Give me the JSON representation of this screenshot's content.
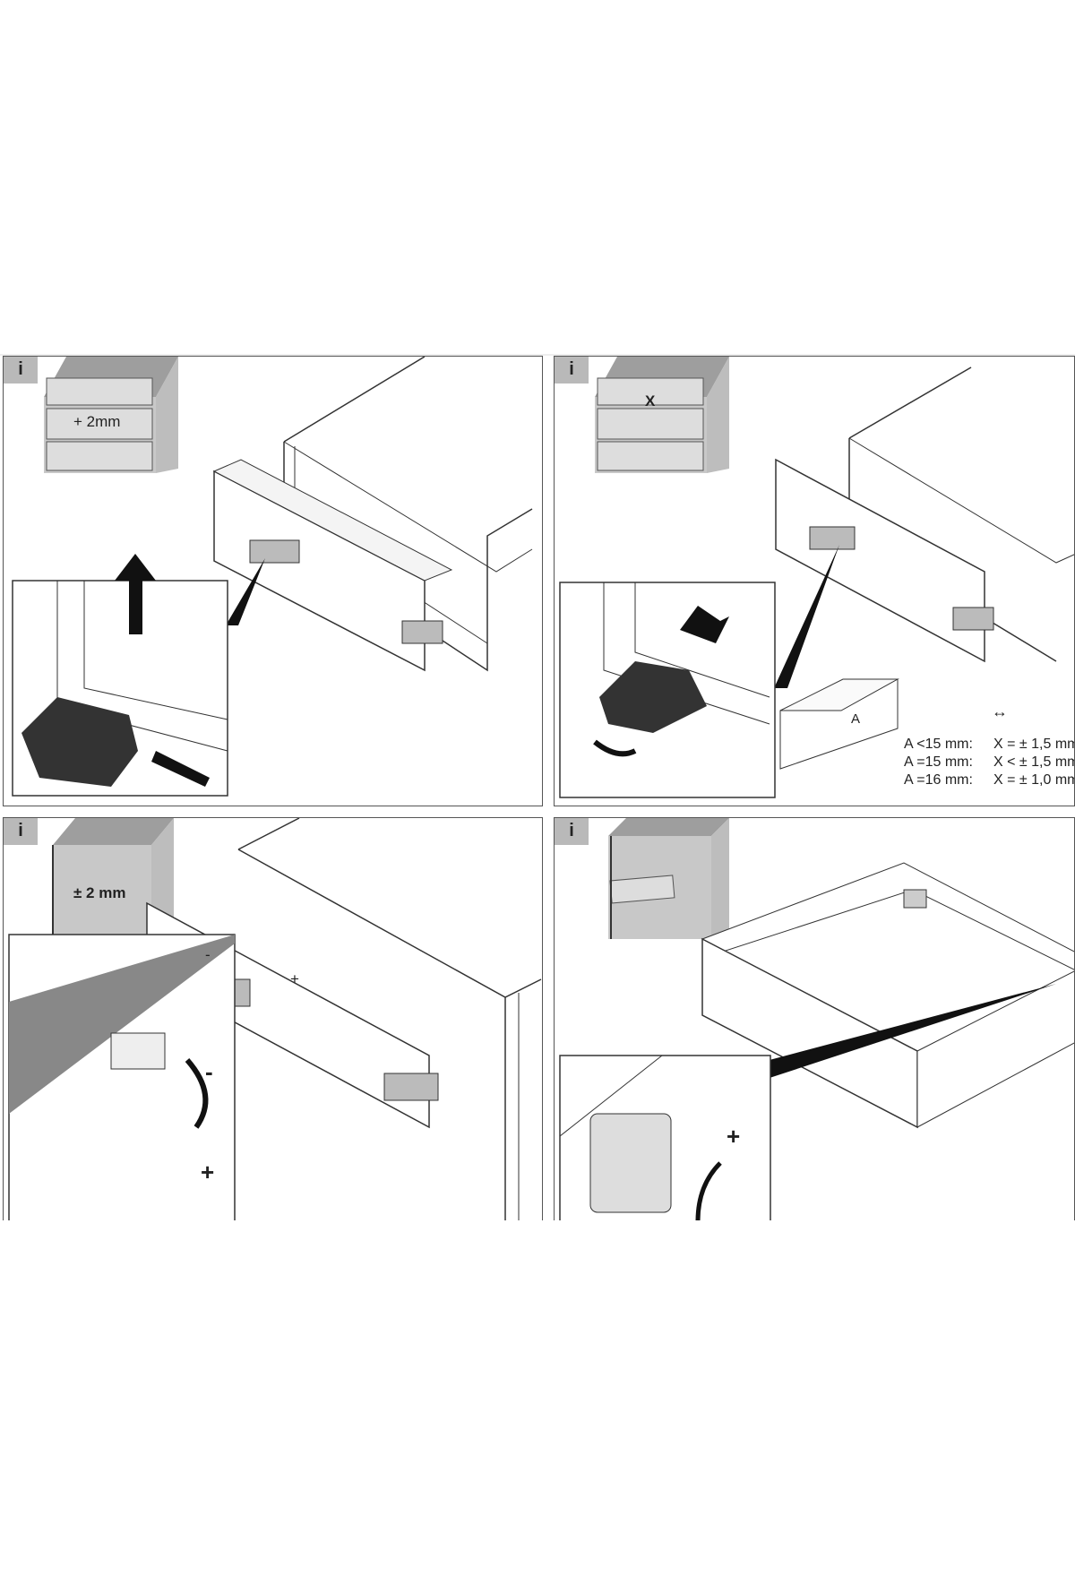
{
  "panels": [
    {
      "tag": "i",
      "box_label": "+ 2mm"
    },
    {
      "tag": "i",
      "box_label": "X",
      "dim_label": "A",
      "table": [
        {
          "a": "A <15 mm:",
          "x": "X = ± 1,5 mm"
        },
        {
          "a": "A =15 mm:",
          "x": "X < ± 1,5 mm"
        },
        {
          "a": "A =16 mm:",
          "x": "X = ± 1,0 mm"
        }
      ]
    },
    {
      "tag": "i",
      "box_label": "± 2 mm",
      "minus": "-",
      "plus": "+"
    },
    {
      "tag": "i",
      "plus": "+"
    }
  ]
}
